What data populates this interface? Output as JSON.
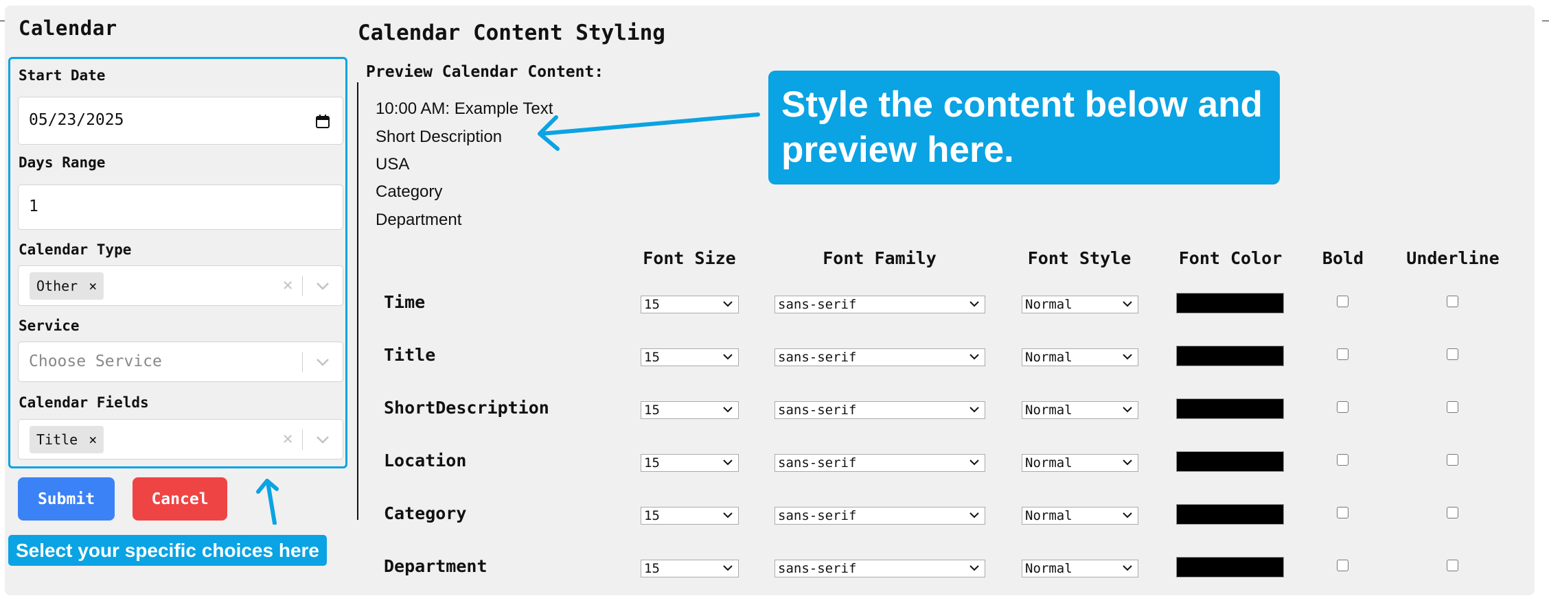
{
  "left": {
    "title": "Calendar",
    "start_date": {
      "label": "Start Date",
      "value": "05/23/2025",
      "icon": "calendar-icon"
    },
    "days_range": {
      "label": "Days Range",
      "value": "1"
    },
    "calendar_type": {
      "label": "Calendar Type",
      "tag": "Other",
      "tag_remove": "×",
      "clear": "×"
    },
    "service": {
      "label": "Service",
      "placeholder": "Choose Service"
    },
    "calendar_fields": {
      "label": "Calendar Fields",
      "tag": "Title",
      "tag_remove": "×",
      "clear": "×"
    },
    "submit_label": "Submit",
    "cancel_label": "Cancel",
    "callout": "Select your specific choices here"
  },
  "right": {
    "title": "Calendar Content Styling",
    "preview_label": "Preview Calendar Content:",
    "preview_lines": [
      "10:00 AM: Example Text",
      "Short Description",
      "USA",
      "Category",
      "Department"
    ],
    "callout": "Style the content below and preview here."
  },
  "table": {
    "headers": [
      "Font Size",
      "Font Family",
      "Font Style",
      "Font Color",
      "Bold",
      "Underline"
    ],
    "rows": [
      {
        "label": "Time",
        "size": "15",
        "family": "sans-serif",
        "style": "Normal",
        "color": "#000000",
        "bold": false,
        "underline": false
      },
      {
        "label": "Title",
        "size": "15",
        "family": "sans-serif",
        "style": "Normal",
        "color": "#000000",
        "bold": false,
        "underline": false
      },
      {
        "label": "ShortDescription",
        "size": "15",
        "family": "sans-serif",
        "style": "Normal",
        "color": "#000000",
        "bold": false,
        "underline": false
      },
      {
        "label": "Location",
        "size": "15",
        "family": "sans-serif",
        "style": "Normal",
        "color": "#000000",
        "bold": false,
        "underline": false
      },
      {
        "label": "Category",
        "size": "15",
        "family": "sans-serif",
        "style": "Normal",
        "color": "#000000",
        "bold": false,
        "underline": false
      },
      {
        "label": "Department",
        "size": "15",
        "family": "sans-serif",
        "style": "Normal",
        "color": "#000000",
        "bold": false,
        "underline": false
      }
    ]
  },
  "colors": {
    "accent": "#0aa3e3",
    "submit": "#3b82f6",
    "cancel": "#ef4444"
  }
}
